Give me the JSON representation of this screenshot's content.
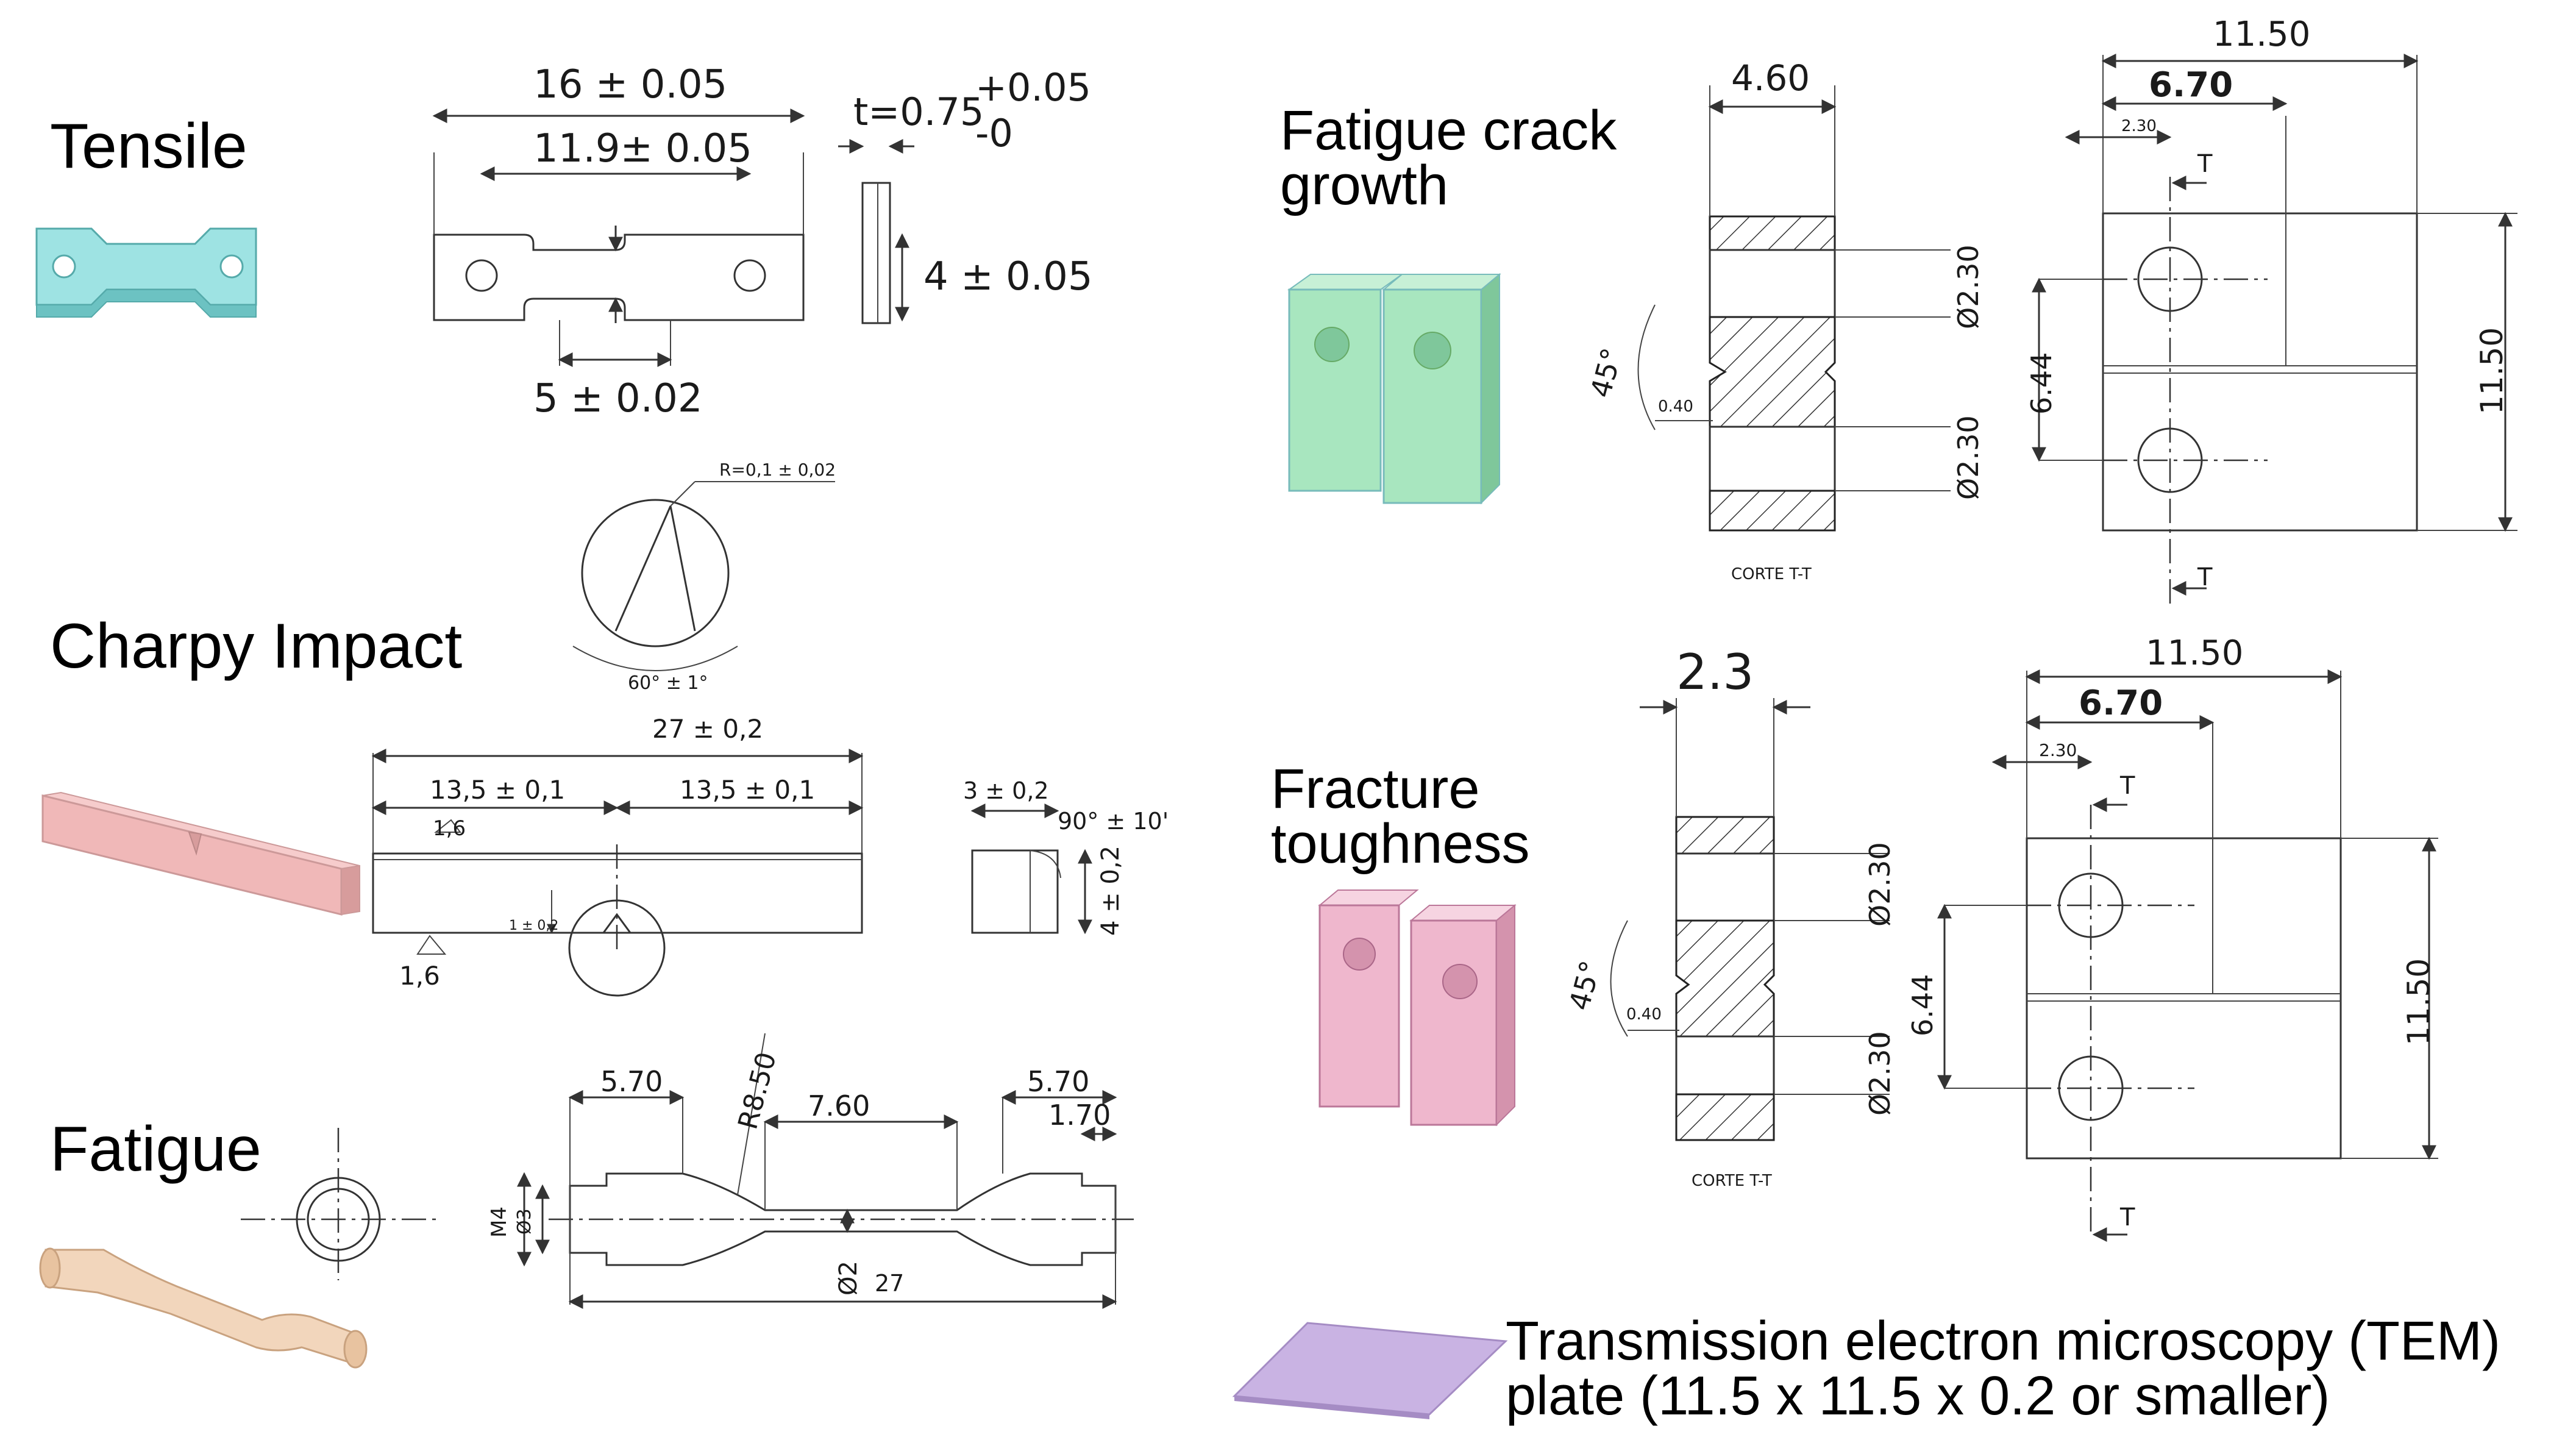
{
  "sections": {
    "tensile": {
      "title": "Tensile"
    },
    "charpy": {
      "title": "Charpy Impact"
    },
    "fatigue": {
      "title": "Fatigue"
    },
    "fcg": {
      "title_line1": "Fatigue crack",
      "title_line2": "growth"
    },
    "fracture": {
      "title_line1": "Fracture",
      "title_line2": "toughness"
    },
    "tem": {
      "title_line1": "Transmission electron microscopy (TEM)",
      "title_line2": "plate (11.5 x 11.5 x 0.2  or smaller)"
    }
  },
  "tensile_dims": {
    "overall": "16 ± 0.05",
    "holes": "11.9± 0.05",
    "thickness": "t=0.75",
    "tol_plus": "+0.05",
    "tol_minus": "-0",
    "width": "4 ± 0.05",
    "gauge": "5 ± 0.02"
  },
  "charpy_dims": {
    "radius": "R=0,1 ± 0,02",
    "angle": "60° ± 1°",
    "length": "27 ± 0,2",
    "half_left": "13,5 ± 0,1",
    "half_right": "13,5 ± 0,1",
    "rough_top": "1,6",
    "rough_bottom": "1,6",
    "depth": "1 ± 0,2",
    "side_width": "3 ± 0,2",
    "side_angle": "90° ± 10'",
    "side_height": "4 ± 0,2"
  },
  "fatigue_dims": {
    "grip_left": "5.70",
    "gauge": "7.60",
    "grip_right": "5.70",
    "shoulder": "1.70",
    "radius": "R8.50",
    "thread": "M4",
    "shank": "Ø3",
    "gauge_dia": "Ø2",
    "total": "27"
  },
  "fcg_dims": {
    "thickness": "4.60",
    "width": "11.50",
    "notch_pos": "6.70",
    "hole_pos": "2.30",
    "section_mark_top": "T",
    "section_mark_bottom": "T",
    "hole_top": "Ø2.30",
    "hole_bottom": "Ø2.30",
    "hole_spacing": "6.44",
    "height": "11.50",
    "angle": "45°",
    "notch": "0.40",
    "section_label": "CORTE T-T"
  },
  "fracture_dims": {
    "thickness": "2.3",
    "width": "11.50",
    "notch_pos": "6.70",
    "hole_pos": "2.30",
    "section_mark_top": "T",
    "section_mark_bottom": "T",
    "hole_top": "Ø2.30",
    "hole_bottom": "Ø2.30",
    "hole_spacing": "6.44",
    "height": "11.50",
    "angle": "45°",
    "notch": "0.40",
    "section_label": "CORTE T-T"
  },
  "colors": {
    "tensile": "#9ee3e3",
    "charpy": "#f0b8b8",
    "fatigue": "#f2d6bc",
    "fcg": "#a8e6bf",
    "fracture": "#efb7cd",
    "tem": "#c9b3e3"
  }
}
